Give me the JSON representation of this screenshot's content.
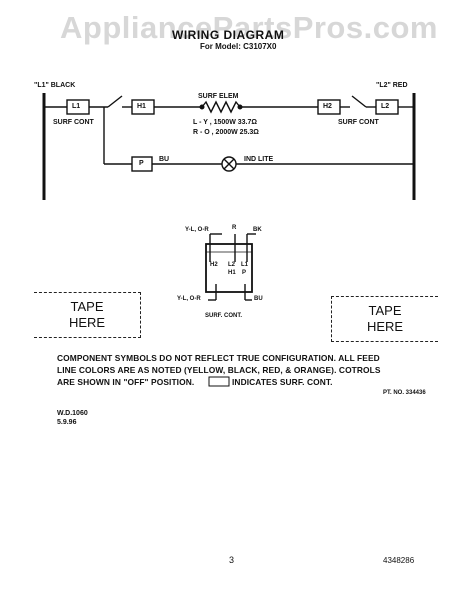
{
  "watermark": "AppliancePartsPros.com",
  "title": "WIRING DIAGRAM",
  "subtitle": "For Model: C3107X0",
  "wiring": {
    "l1_label": "\"L1\" BLACK",
    "l2_label": "\"L2\" RED",
    "surf_cont_left": "SURF CONT",
    "surf_cont_right": "SURF CONT",
    "terminal_l1": "L1",
    "terminal_h1": "H1",
    "terminal_h2": "H2",
    "terminal_l2": "L2",
    "terminal_p": "P",
    "surf_elem": "SURF ELEM",
    "rating_1": "L - Y , 1500W  33.7Ω",
    "rating_2": "R - O , 2000W  25.3Ω",
    "wire_bu": "BU",
    "ind_lite": "IND LITE"
  },
  "switch": {
    "wire_yl_or": "Y-L, O-R",
    "wire_r": "R",
    "wire_bk": "BK",
    "term_h2": "H2",
    "term_l2": "L2",
    "term_h1": "H1",
    "term_l1": "L1",
    "term_p": "P",
    "wire_yl_or_bottom": "Y-L, O-R",
    "wire_bu_bottom": "BU",
    "caption": "SURF. CONT."
  },
  "tape_left": {
    "line1": "TAPE",
    "line2": "HERE"
  },
  "tape_right": {
    "line1": "TAPE",
    "line2": "HERE"
  },
  "notes": {
    "line1": "COMPONENT SYMBOLS DO NOT REFLECT TRUE CONFIGURATION. ALL FEED",
    "line2": "LINE COLORS ARE AS NOTED (YELLOW, BLACK, RED, & ORANGE). COTROLS",
    "line3a": "ARE SHOWN IN \"OFF\" POSITION.",
    "line3b": "INDICATES SURF. CONT.",
    "part_no": "PT. NO. 334436"
  },
  "wd_number": "W.D.1060",
  "wd_date": "5.9.96",
  "page_number": "3",
  "doc_number": "4348286"
}
